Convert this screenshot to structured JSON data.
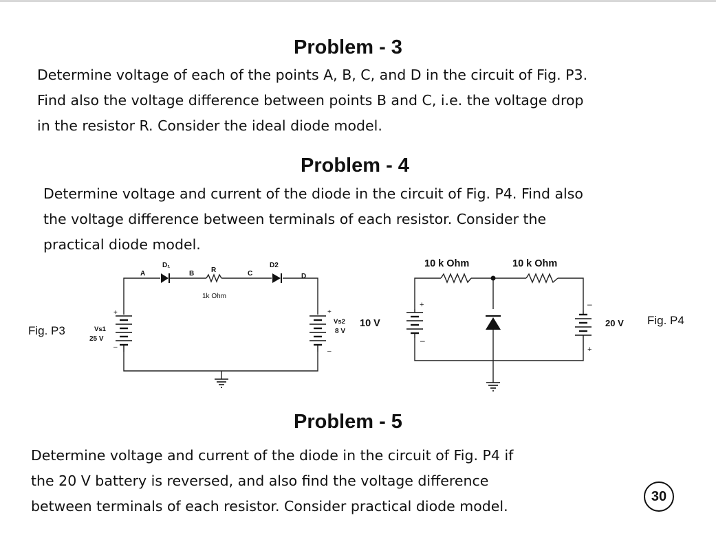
{
  "problem3": {
    "title": "Problem - 3",
    "lines": [
      "Determine voltage of each of the points A, B, C, and D in the circuit of Fig. P3.",
      "Find also the voltage difference between points B and C, i.e. the voltage drop",
      "in the resistor R. Consider the ideal diode model."
    ]
  },
  "problem4": {
    "title": "Problem - 4",
    "lines": [
      "Determine voltage and current of the diode in the circuit of Fig. P4. Find also",
      "the voltage difference between terminals of each resistor. Consider the",
      "practical diode model."
    ]
  },
  "problem5": {
    "title": "Problem - 5",
    "lines": [
      "Determine voltage and current of the diode in the circuit of Fig. P4 if",
      "the 20 V battery is reversed, and also find the voltage difference",
      "between terminals of each resistor. Consider practical diode model."
    ]
  },
  "fig_p3": {
    "label": "Fig. P3",
    "node_a": "A",
    "node_b": "B",
    "node_c": "C",
    "node_d": "D",
    "diode1": "D₁",
    "diode2": "D2",
    "resistor_name": "R",
    "resistor_value": "1k Ohm",
    "vs1_name": "Vs1",
    "vs1_value": "25 V",
    "vs2_name": "Vs2",
    "vs2_value": "8 V"
  },
  "fig_p4": {
    "label": "Fig. P4",
    "r1_value": "10 k Ohm",
    "r2_value": "10 k Ohm",
    "source1": "10 V",
    "source2": "20 V"
  },
  "page_number": "30"
}
